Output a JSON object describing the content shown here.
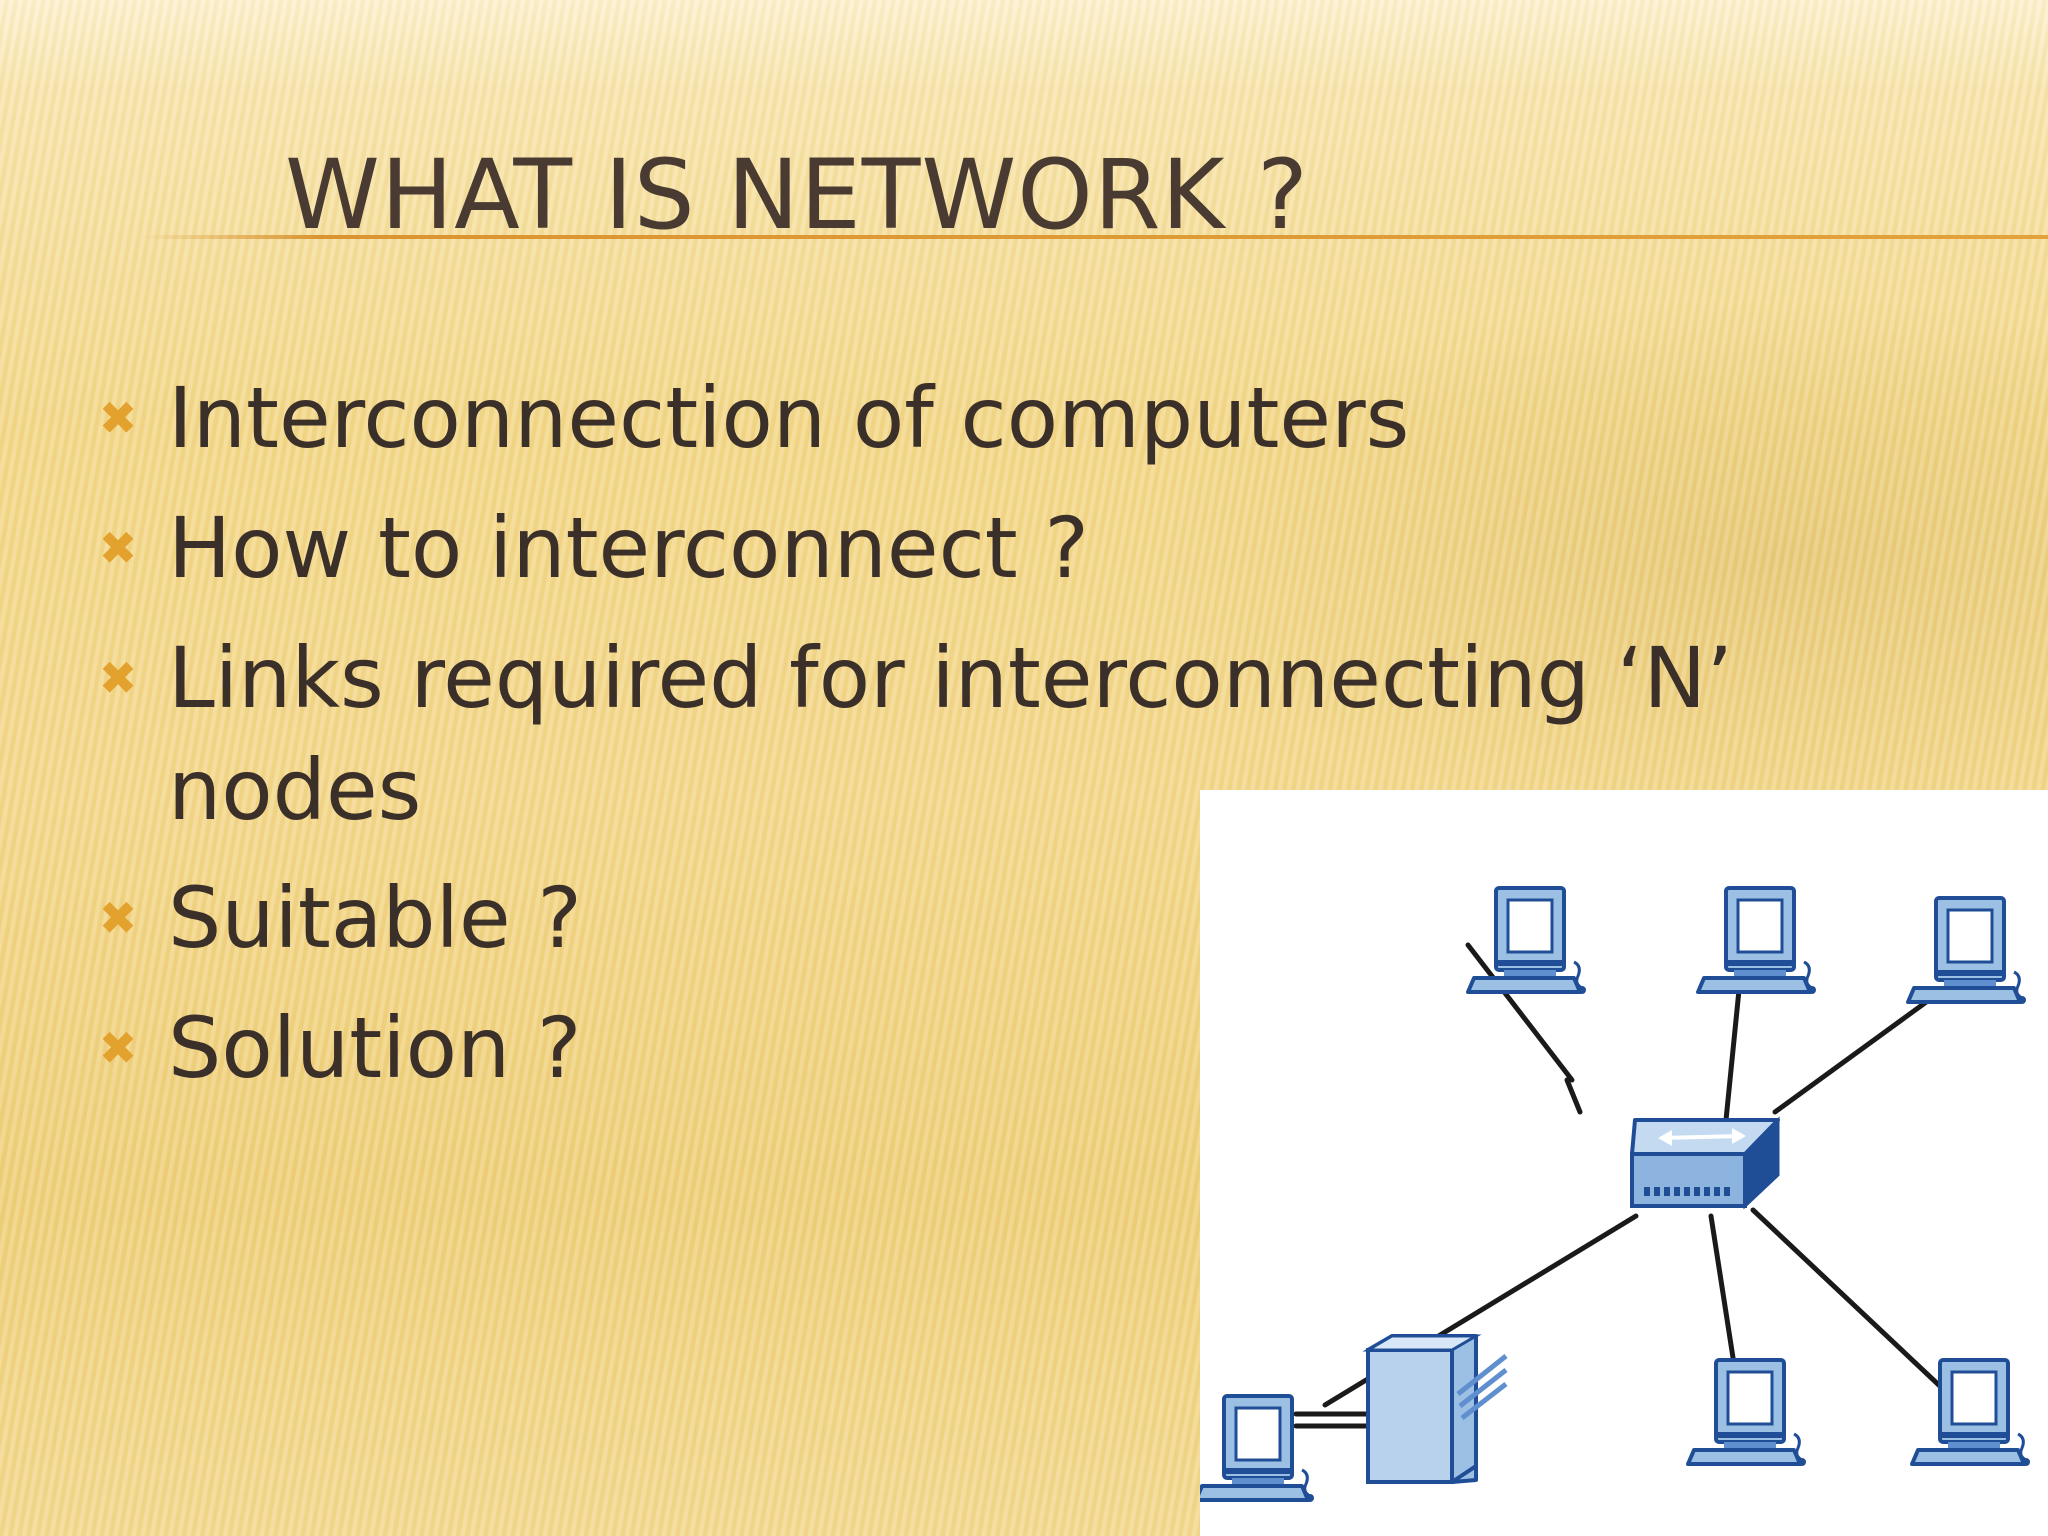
{
  "slide": {
    "title": "WHAT IS NETWORK ?",
    "bullet_icon": "cross-mark-icon",
    "bullets": [
      {
        "line1": "Interconnection of computers",
        "line2": ""
      },
      {
        "line1": "How to interconnect ?",
        "line2": ""
      },
      {
        "line1": "Links required for interconnecting ‘N’",
        "line2": "nodes"
      },
      {
        "line1": "Suitable ?",
        "line2": ""
      },
      {
        "line1": "Solution ?",
        "line2": ""
      }
    ]
  },
  "diagram": {
    "type": "star-topology",
    "hub": "switch-icon",
    "nodes": [
      "computer-icon",
      "computer-icon",
      "computer-icon",
      "computer-icon",
      "computer-icon",
      "computer-icon",
      "printer-icon"
    ],
    "colors": {
      "background": "#ffffff",
      "device_fill": "#9cc0e4",
      "device_outline": "#1f4e96",
      "link": "#1a1a1a",
      "bullet": "#e3a12e",
      "text": "#3b3029"
    }
  }
}
